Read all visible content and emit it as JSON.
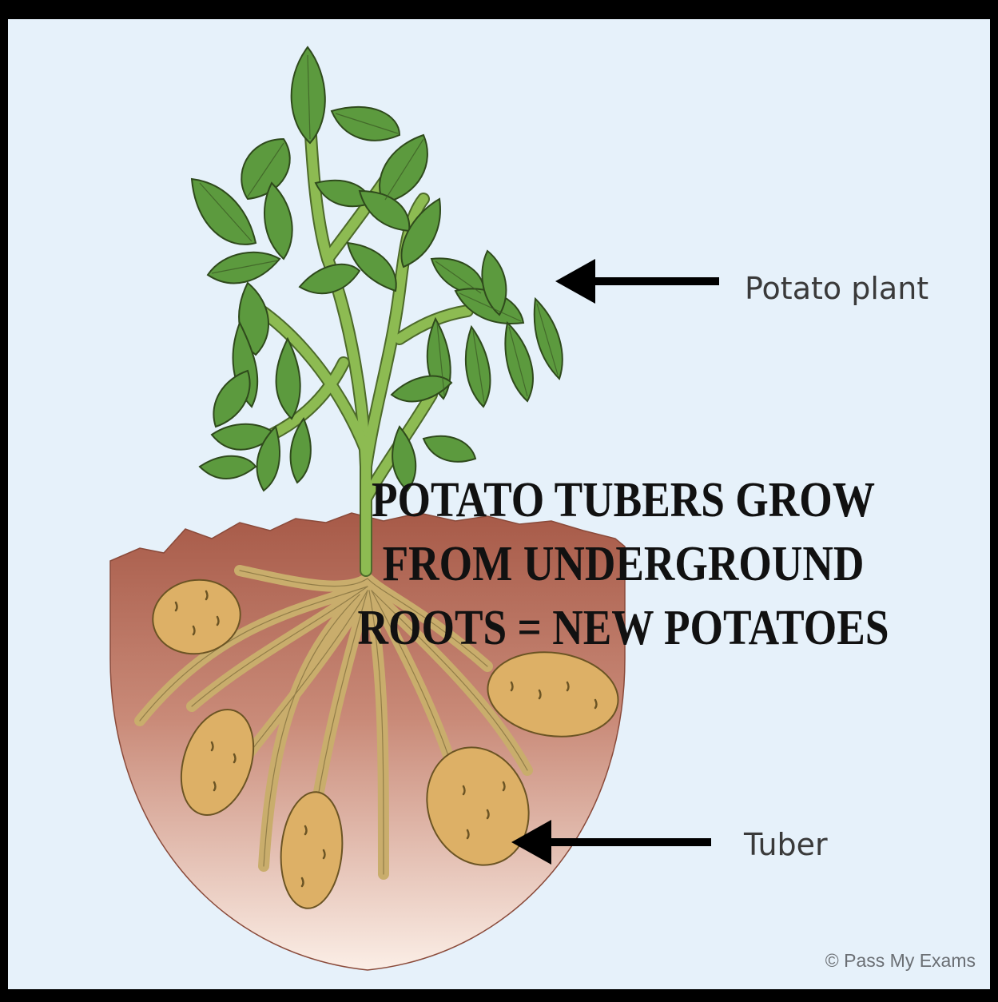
{
  "headline": "POTATO TUBERS GROW FROM UNDERGROUND ROOTS = NEW POTATOES",
  "labels": {
    "plant": "Potato plant",
    "tuber": "Tuber"
  },
  "credit": "© Pass My Exams",
  "colors": {
    "background": "#e6f1fa",
    "border": "#000000",
    "soil_top": "#a75a48",
    "soil_bottom": "#fbeee6",
    "leaf": "#5c9a3e",
    "stem": "#7fae47",
    "root": "#c9ad6c",
    "tuber": "#ddb066",
    "text": "#3a3a3a"
  },
  "icons": [
    "arrow-left-icon"
  ]
}
